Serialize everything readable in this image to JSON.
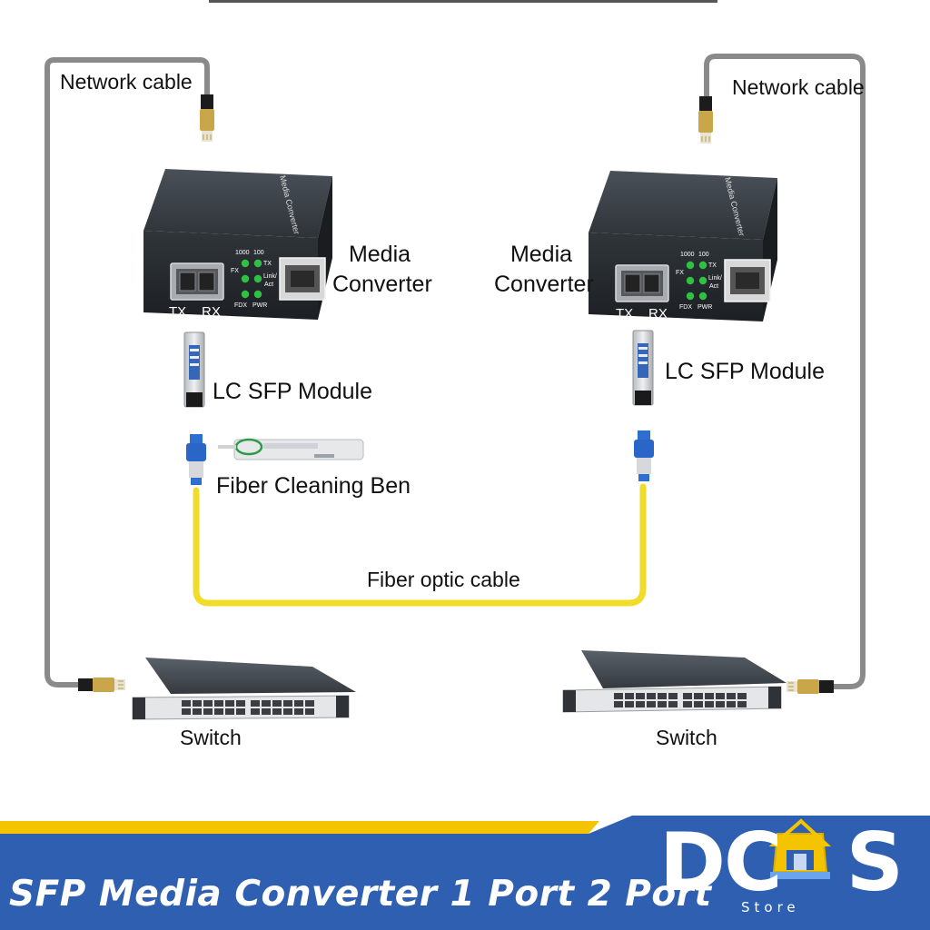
{
  "labels": {
    "network_cable_left": "Network cable",
    "network_cable_right": "Network cable",
    "media_converter_left": "Media Converter",
    "media_converter_right": "Media Converter",
    "sfp_module_left": "LC SFP Module",
    "sfp_module_right": "LC SFP Module",
    "fiber_cleaning": "Fiber Cleaning Ben",
    "fiber_optic_cable": "Fiber optic cable",
    "switch_left": "Switch",
    "switch_right": "Switch"
  },
  "device_text": {
    "tx": "TX",
    "rx": "RX",
    "led_1000": "1000",
    "led_100": "100",
    "led_fx": "FX",
    "led_tx": "TX",
    "led_link": "Link/",
    "led_act": "Act",
    "led_fdx": "FDX",
    "led_pwr": "PWR",
    "top_label": "Media Converter"
  },
  "banner": {
    "title": "SFP Media Converter 1 Port 2 Port",
    "brand_left": "DC",
    "brand_right": "S",
    "brand_sub": "Store"
  },
  "colors": {
    "network_cable": "#8a8a8a",
    "fiber_cable": "#f2dc2a",
    "banner_blue": "#2f5fb0",
    "banner_yellow": "#f5c400",
    "led_green": "#2fc142",
    "device_body": "#2c3136"
  }
}
